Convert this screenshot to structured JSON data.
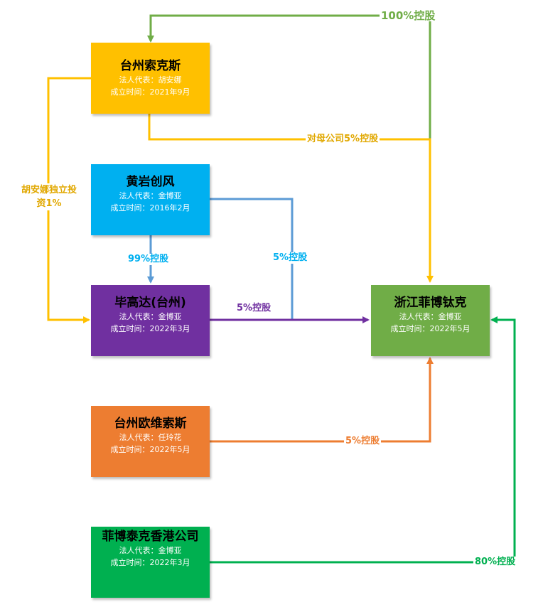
{
  "colors": {
    "yellow": "#FFC000",
    "yellow_text": "#E1A800",
    "sky": "#00B0F0",
    "steel": "#5B9BD5",
    "purple": "#7030A0",
    "green": "#70AD47",
    "orange": "#ED7D31",
    "dark_green": "#00B050"
  },
  "entities": {
    "taizhou_suokesi": {
      "name": "台州索克斯",
      "rep": "法人代表：胡安娜",
      "est": "成立时间：2021年9月"
    },
    "huangyan_chuangfeng": {
      "name": "黄岩创风",
      "rep": "法人代表：金博亚",
      "est": "成立时间：2016年2月"
    },
    "bigaoda": {
      "name": "毕高达(台州)",
      "rep": "法人代表：金博亚",
      "est": "成立时间：2022年3月"
    },
    "zhejiang_feibo": {
      "name": "浙江菲博钛克",
      "rep": "法人代表：金博亚",
      "est": "成立时间：2022年5月"
    },
    "taizhou_ouwei": {
      "name": "台州欧维索斯",
      "rep": "法人代表：任玲花",
      "est": "成立时间：2022年5月"
    },
    "feibo_hk": {
      "name": "菲博泰克香港公司",
      "rep": "法人代表：金博亚",
      "est": "成立时间：2022年3月"
    }
  },
  "relations": {
    "hundred_percent": "100%控股",
    "parent_five": "对母公司5%控股",
    "hu_invest": "胡安娜独立投资1%",
    "ninety_nine": "99%控股",
    "hy_five": "5%控股",
    "bgd_five": "5%控股",
    "ow_five": "5%控股",
    "eighty": "80%控股"
  }
}
